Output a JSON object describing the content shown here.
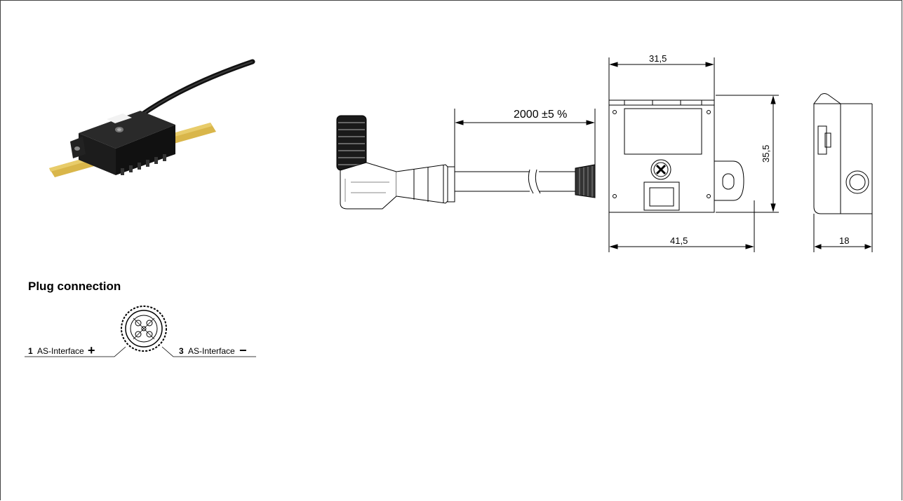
{
  "drawing": {
    "cable_length": "2000 ±5 %",
    "top_width": "31,5",
    "height": "35,5",
    "bottom_width": "41,5",
    "depth": "18"
  },
  "plug_connection": {
    "title": "Plug connection",
    "left_pin_number": "1",
    "left_pin_label": "AS-Interface",
    "left_pin_sign": "+",
    "right_pin_number": "3",
    "right_pin_label": "AS-Interface",
    "right_pin_sign": "−"
  }
}
